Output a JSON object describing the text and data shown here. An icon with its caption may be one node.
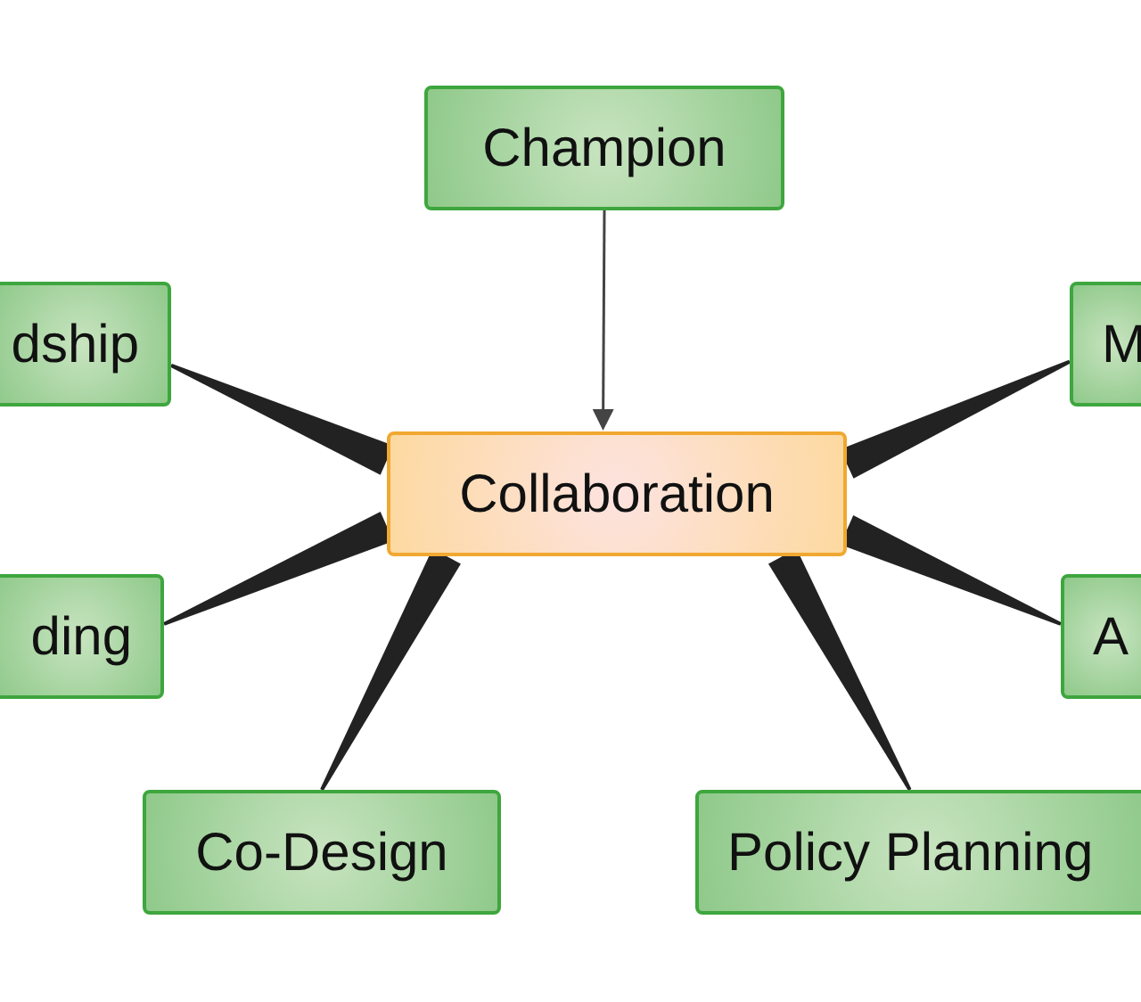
{
  "diagram": {
    "nodes": [
      {
        "text": [
          "Champion"
        ]
      },
      {
        "text": [
          "Collaboration"
        ]
      },
      {
        "text": [
          "dship"
        ]
      },
      {
        "text": [
          "M"
        ]
      },
      {
        "text": [
          "ding"
        ]
      },
      {
        "text": [
          "A"
        ]
      },
      {
        "text": [
          "Co-Design"
        ]
      },
      {
        "text": [
          "Policy Planning"
        ]
      }
    ],
    "edges": [
      {
        "from": 0,
        "to": 1,
        "arrow": "to"
      },
      {
        "from": 1,
        "to": 2,
        "arrow": "none",
        "style": "thick"
      },
      {
        "from": 1,
        "to": 3,
        "arrow": "none",
        "style": "thick"
      },
      {
        "from": 1,
        "to": 4,
        "arrow": "none",
        "style": "thick"
      },
      {
        "from": 1,
        "to": 5,
        "arrow": "none",
        "style": "thick"
      },
      {
        "from": 1,
        "to": 6,
        "arrow": "none",
        "style": "thick"
      },
      {
        "from": 1,
        "to": 7,
        "arrow": "none",
        "style": "thick"
      }
    ]
  }
}
